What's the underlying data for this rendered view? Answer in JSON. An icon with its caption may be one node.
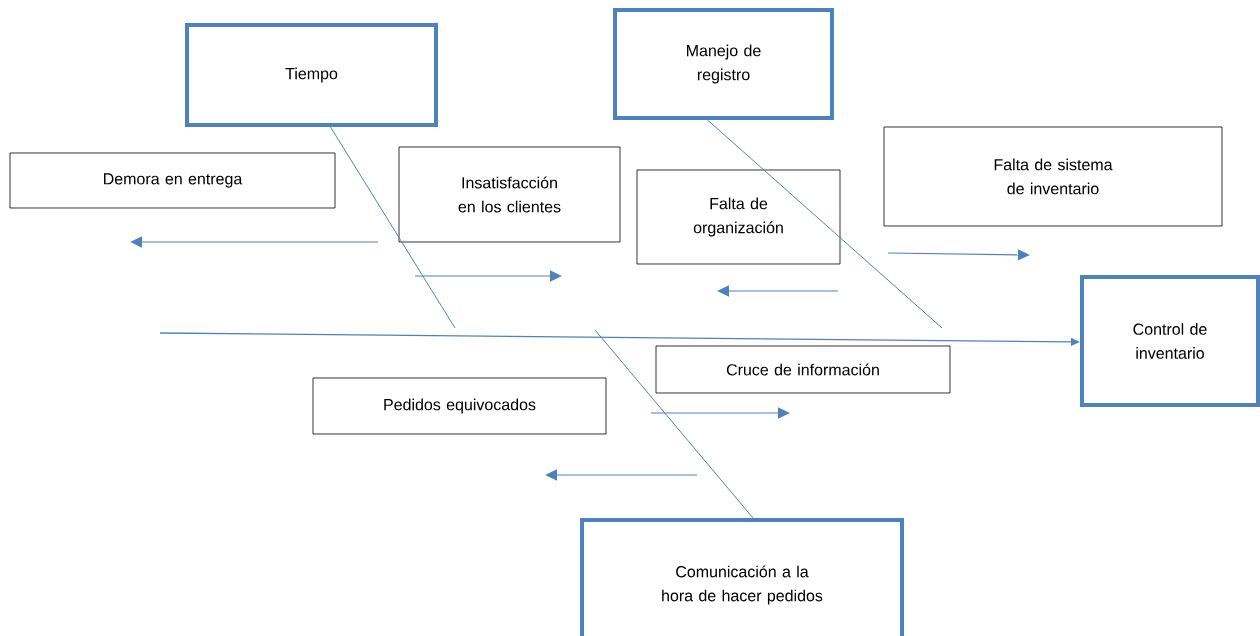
{
  "diagram": {
    "nodes": [
      {
        "text": [
          "Tiempo"
        ]
      },
      {
        "text": [
          "Manejo de registro"
        ]
      },
      {
        "text": [
          "Demora en entrega"
        ]
      },
      {
        "text": [
          "Insatisfacción en los clientes"
        ]
      },
      {
        "text": [
          "Falta de organización"
        ]
      },
      {
        "text": [
          "Falta de sistema de inventario"
        ]
      },
      {
        "text": [
          "Control de inventario"
        ]
      },
      {
        "text": [
          "Cruce de información"
        ]
      },
      {
        "text": [
          "Pedidos equivocados"
        ]
      },
      {
        "text": [
          "Comunicación a la hora de hacer pedidos"
        ]
      }
    ],
    "edges": [
      {
        "from": null,
        "to": 6,
        "arrow": "to"
      },
      {
        "from": 0,
        "to": null,
        "arrow": "none"
      },
      {
        "from": 1,
        "to": null,
        "arrow": "none"
      },
      {
        "from": 9,
        "to": null,
        "arrow": "none"
      }
    ]
  }
}
